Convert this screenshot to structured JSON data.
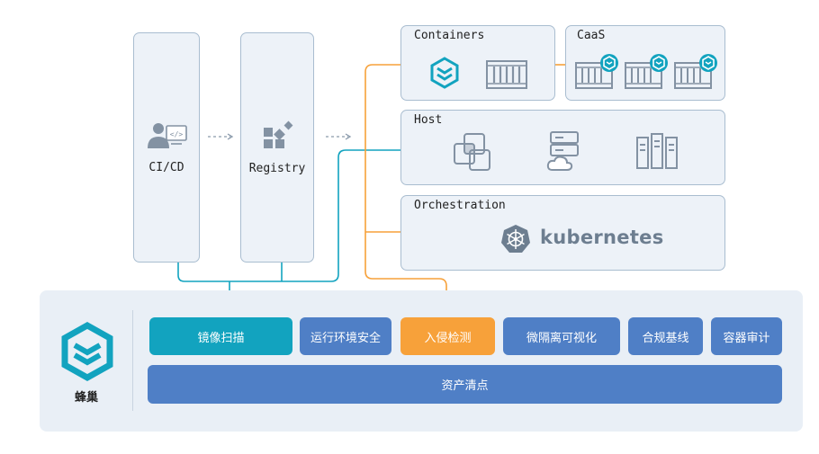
{
  "colors": {
    "border": "#a9bdd0",
    "panel": "#edf2f8",
    "teal": "#12a3bf",
    "orange": "#f7a13a",
    "blue": "#4f7fc6",
    "gray_icon": "#8392a3"
  },
  "columns": {
    "cicd": {
      "label": "CI/CD",
      "icon": "developer-icon"
    },
    "registry": {
      "label": "Registry",
      "icon": "registry-icon"
    }
  },
  "sections": {
    "containers": {
      "title": "Containers",
      "icons": [
        "hive-icon",
        "container-icon"
      ]
    },
    "caas": {
      "title": "CaaS",
      "icons": [
        "container-shield-icon",
        "container-shield-icon",
        "container-shield-icon"
      ]
    },
    "host": {
      "title": "Host",
      "icons": [
        "vm-icon",
        "cloud-server-icon",
        "server-rack-icon"
      ]
    },
    "orchestration": {
      "title": "Orchestration",
      "logo_text": "kubernetes",
      "icon": "kubernetes-wheel-icon"
    }
  },
  "brand": {
    "label": "蜂巢",
    "icon": "hive-logo-icon"
  },
  "features": {
    "image_scan": "镜像扫描",
    "runtime_security": "运行环境安全",
    "intrusion_detection": "入侵检测",
    "micro_segmentation": "微隔离可视化",
    "compliance_baseline": "合规基线",
    "container_audit": "容器审计",
    "asset_inventory": "资产清点"
  }
}
